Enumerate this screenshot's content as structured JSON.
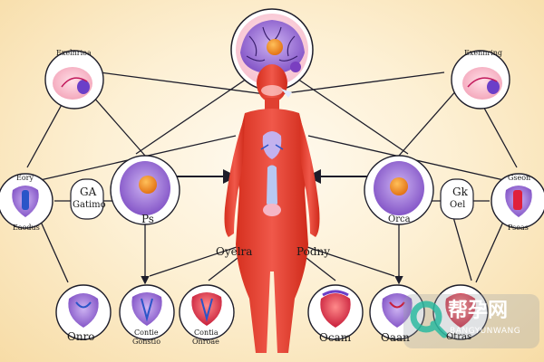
{
  "labels": {
    "top_left_node": "Exelnrioa",
    "top_right_node": "Exennring",
    "mid_left_node_a": "Eory",
    "mid_left_node_b": "Eaodus",
    "mid_right_node_a": "Gseon",
    "mid_right_node_b": "Pseas",
    "left_box_a": "GA",
    "left_box_b": "Gatimo",
    "right_box_a": "Gk",
    "right_box_b": "Oel",
    "left_organ_caption": "Ps",
    "right_organ_caption": "Orca",
    "body_left_label": "Oyelra",
    "body_right_label": "Podny",
    "bottom_1": "Onro",
    "bottom_2a": "Contie",
    "bottom_2b": "Gonstio",
    "bottom_3a": "Contia",
    "bottom_3b": "Onroae",
    "bottom_4": "Ocam",
    "bottom_5": "Oaan",
    "bottom_6": "Otras"
  },
  "watermark": {
    "title": "帮孕网",
    "subtitle": "BANGYUNWANG"
  },
  "colors": {
    "body": "#e8432f",
    "organ": "#8e5bd0",
    "line": "#1d1d2a",
    "accent": "#f08a1c"
  },
  "icons": [
    "brain-icon",
    "uterus-icon",
    "ovary-icon",
    "kidney-icon",
    "arrow-icon"
  ]
}
